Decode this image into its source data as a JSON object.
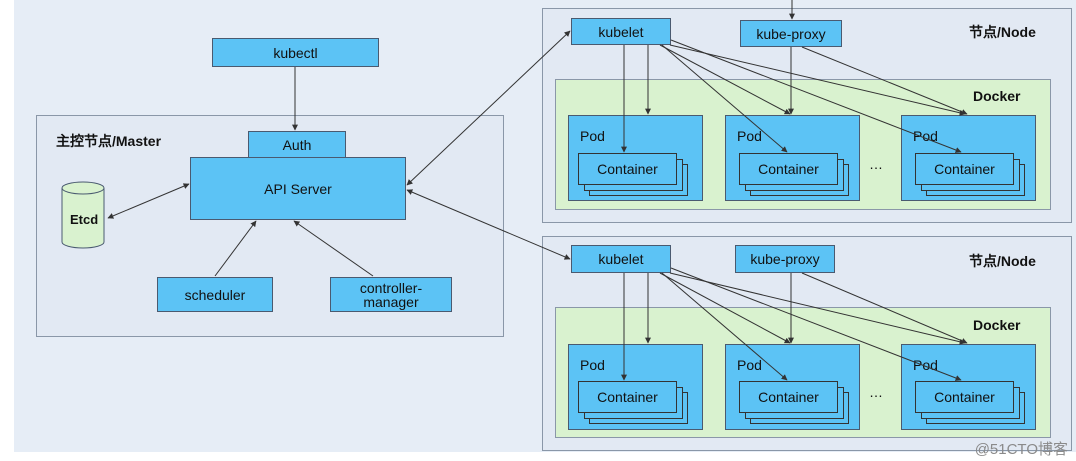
{
  "master": {
    "title": "主控节点/Master",
    "kubectl": "kubectl",
    "auth": "Auth",
    "api_server": "API Server",
    "etcd": "Etcd",
    "scheduler": "scheduler",
    "controller_manager": "controller-\nmanager"
  },
  "nodes": [
    {
      "title": "节点/Node",
      "kubelet": "kubelet",
      "kube_proxy": "kube-proxy",
      "docker": "Docker",
      "pods": [
        {
          "label": "Pod",
          "container": "Container"
        },
        {
          "label": "Pod",
          "container": "Container"
        },
        {
          "label": "Pod",
          "container": "Container"
        }
      ],
      "ellipsis": "…"
    },
    {
      "title": "节点/Node",
      "kubelet": "kubelet",
      "kube_proxy": "kube-proxy",
      "docker": "Docker",
      "pods": [
        {
          "label": "Pod",
          "container": "Container"
        },
        {
          "label": "Pod",
          "container": "Container"
        },
        {
          "label": "Pod",
          "container": "Container"
        }
      ],
      "ellipsis": "…"
    }
  ],
  "watermark": "@51CTO博客",
  "colors": {
    "component": "#5cc3f5",
    "docker_area": "#d9f2cf",
    "frame": "#e2e9f3"
  }
}
